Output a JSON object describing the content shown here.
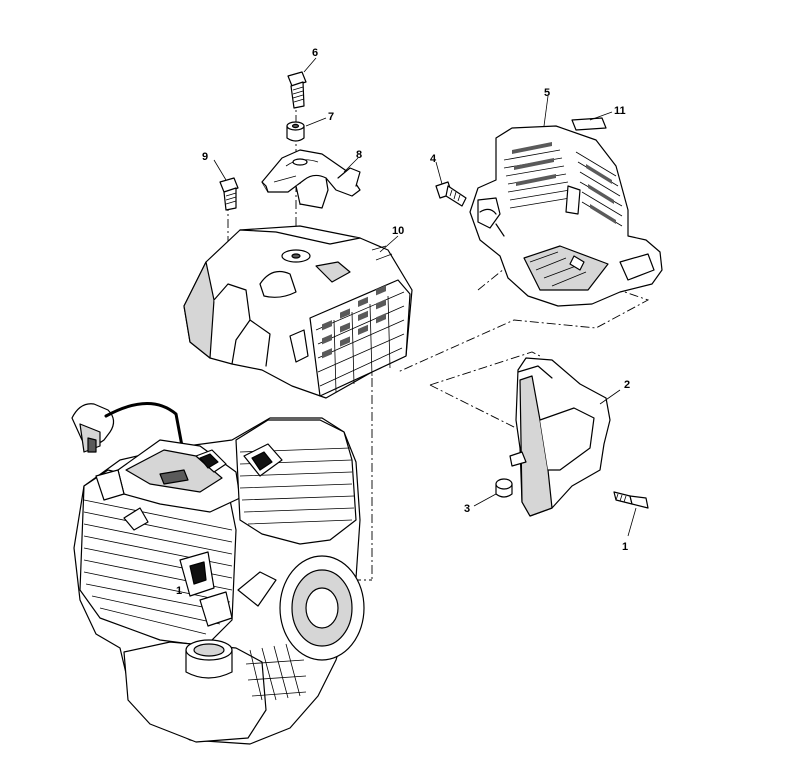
{
  "callouts": {
    "c1": "1",
    "c2": "2",
    "c3": "3",
    "c4": "4",
    "c5": "5",
    "c6": "6",
    "c7": "7",
    "c8": "8",
    "c9": "9",
    "c10": "10",
    "c11": "11"
  },
  "parts": [
    {
      "number": "1",
      "name": "bolt"
    },
    {
      "number": "2",
      "name": "side cover"
    },
    {
      "number": "3",
      "name": "grommet"
    },
    {
      "number": "4",
      "name": "bolt"
    },
    {
      "number": "5",
      "name": "shroud cover"
    },
    {
      "number": "6",
      "name": "bolt"
    },
    {
      "number": "7",
      "name": "collar"
    },
    {
      "number": "8",
      "name": "bracket"
    },
    {
      "number": "9",
      "name": "bolt"
    },
    {
      "number": "10",
      "name": "cylinder cover"
    },
    {
      "number": "11",
      "name": "label"
    }
  ],
  "engine_marking": "1"
}
